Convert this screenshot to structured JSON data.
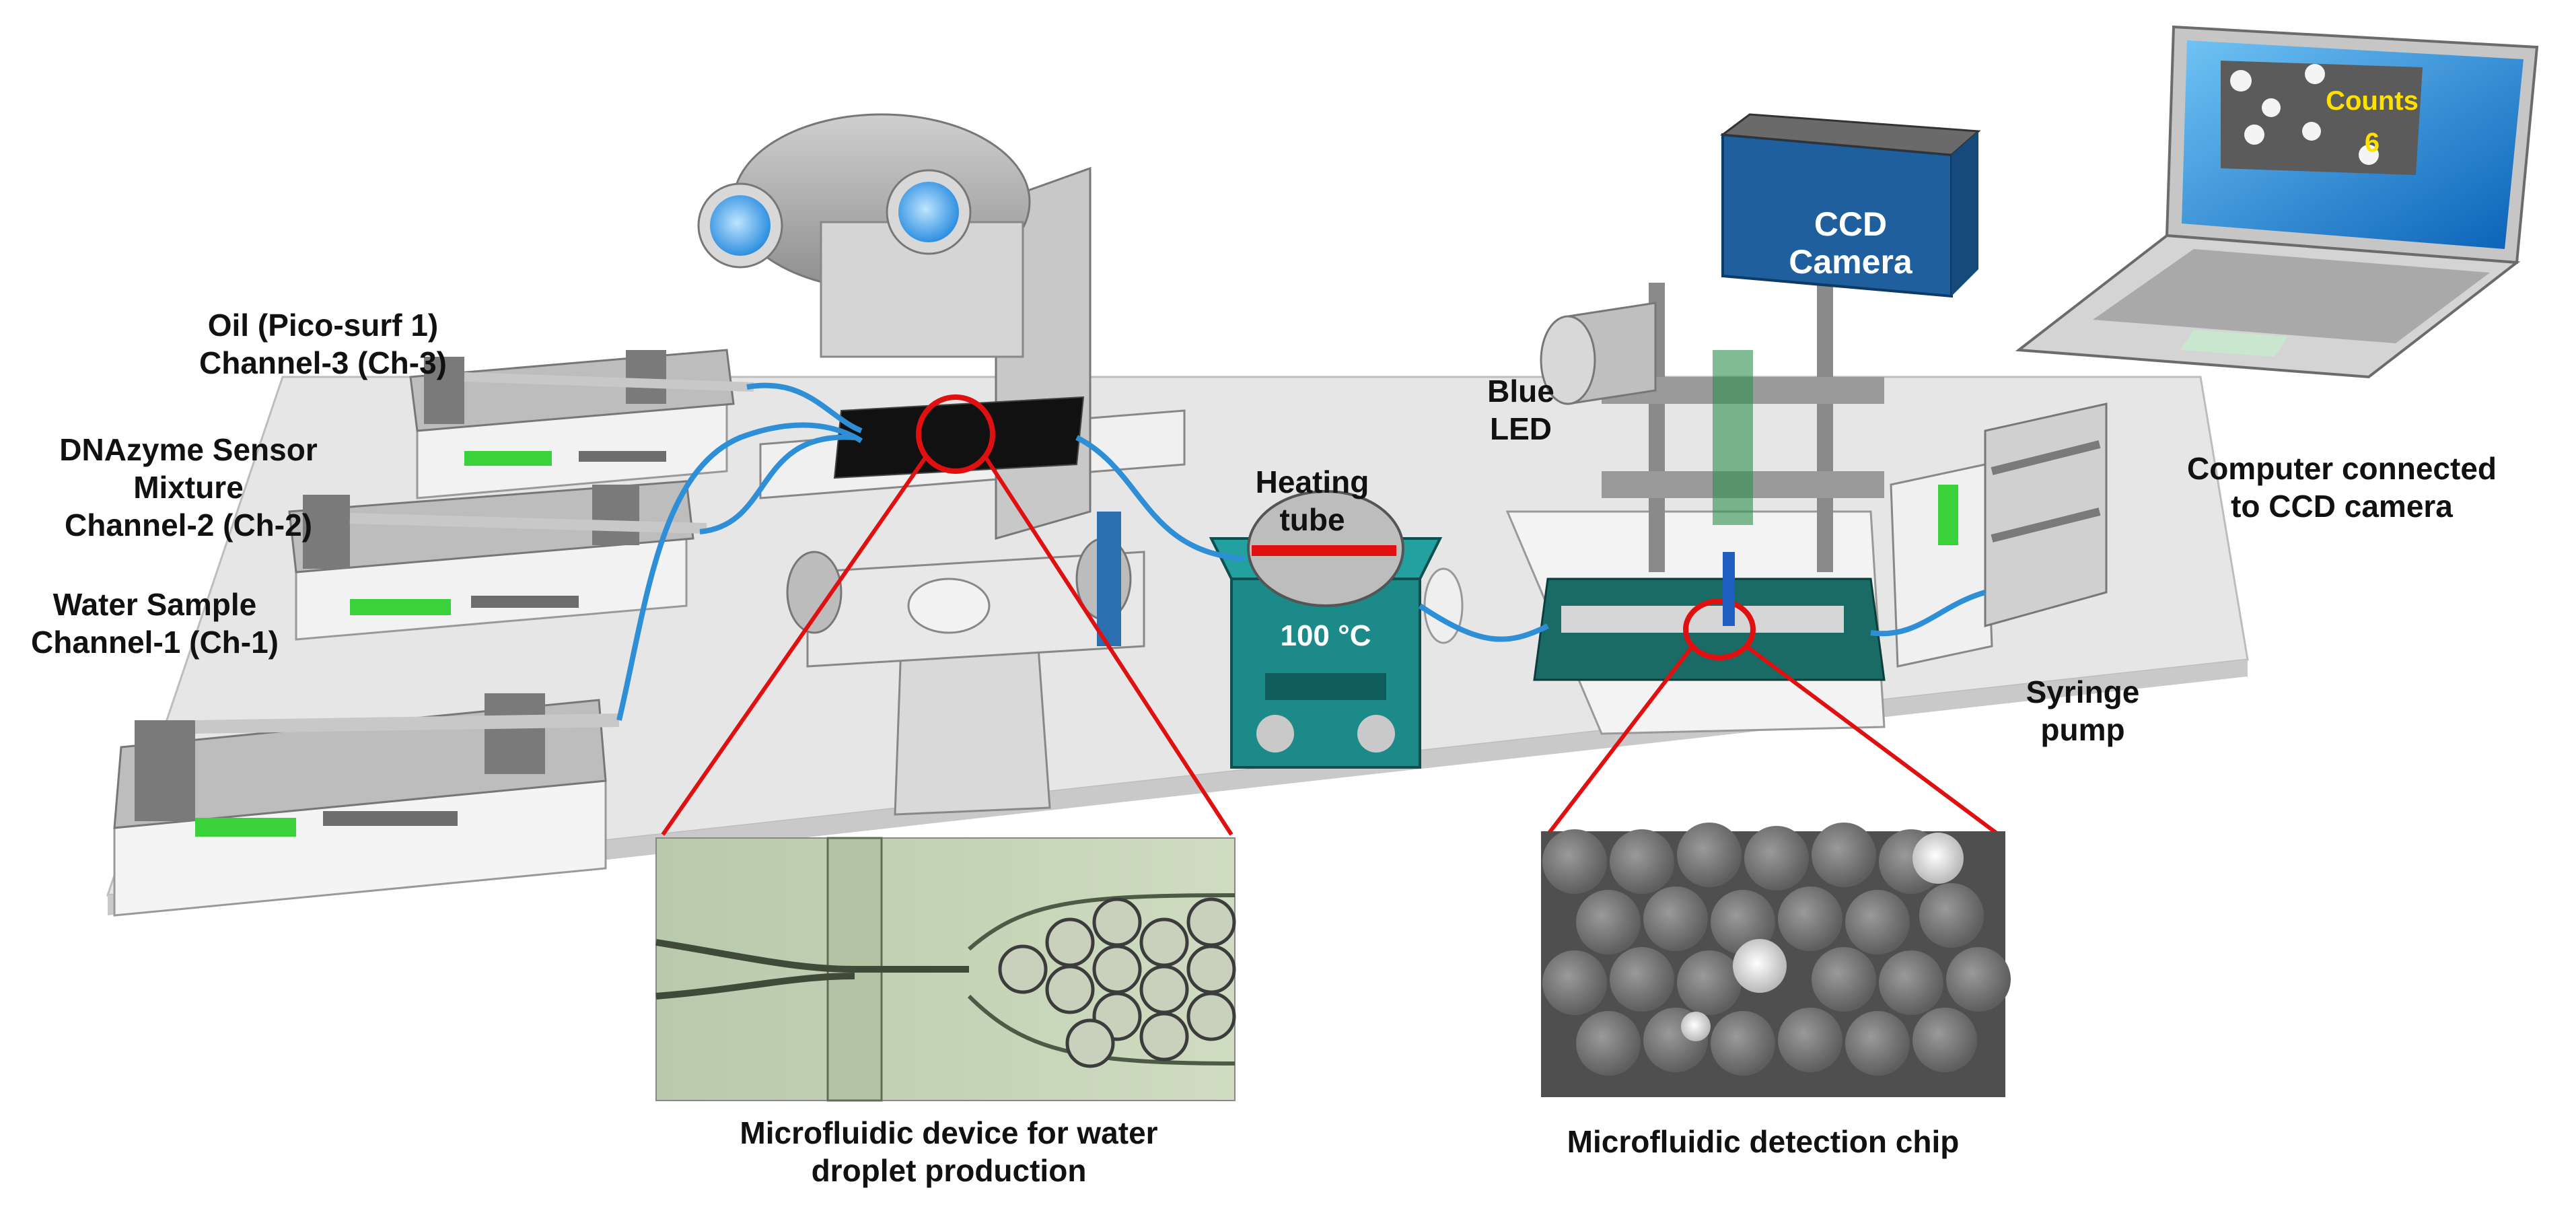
{
  "labels": {
    "oil": "Oil (Pico-surf 1)\nChannel-3 (Ch-3)",
    "dnazyme": "DNAzyme Sensor\nMixture\nChannel-2 (Ch-2)",
    "water": "Water Sample\nChannel-1 (Ch-1)",
    "heating": "Heating\ntube",
    "blue_led": "Blue\nLED",
    "ccd_camera": "CCD\nCamera",
    "computer": "Computer connected\nto CCD camera",
    "syringe_pump": "Syringe\npump",
    "device_caption": "Microfluidic device for water\ndroplet production",
    "chip_caption": "Microfluidic detection chip",
    "temperature": "100 °C"
  },
  "screen": {
    "counts_label": "Counts",
    "counts_value": "6"
  },
  "colors": {
    "tubing": "#2f8fd6",
    "zoom_lines": "#e01010",
    "camera": "#1f5f9e",
    "heater": "#1d8a8a",
    "chip": "#1a6a66",
    "table": "#e4e4e4",
    "pump_display": "#3ad13a",
    "screen_text": "#ffe100"
  },
  "icons": [
    "syringe-pump-icon",
    "microscope-icon",
    "heater-icon",
    "ccd-camera-icon",
    "blue-led-icon",
    "laptop-icon",
    "microfluidic-chip-icon"
  ]
}
